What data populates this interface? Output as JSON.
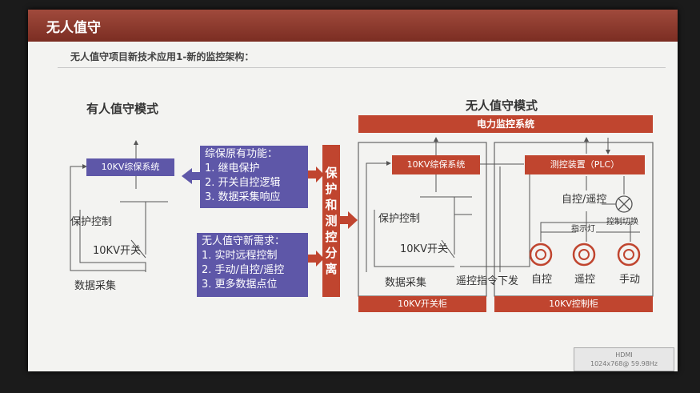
{
  "page": {
    "title": "无人值守",
    "subtitle": "无人值守项目新技术应用1-新的监控架构："
  },
  "left": {
    "heading": "有人值守模式",
    "system_box": "10KV综保系统",
    "protection": "保护控制",
    "switch": "10KV开关",
    "data_collect": "数据采集"
  },
  "center": {
    "original_title": "综保原有功能：",
    "original_items": [
      "1.  继电保护",
      "2.  开关自控逻辑",
      "3.  数据采集响应"
    ],
    "new_title": "无人值守新需求：",
    "new_items": [
      "1.  实时远程控制",
      "2.  手动/自控/遥控",
      "3.  更多数据点位"
    ],
    "separation_text": "保护和测控分离"
  },
  "right": {
    "heading": "无人值守模式",
    "monitor_system": "电力监控系统",
    "system_box": "10KV综保系统",
    "plc_box": "测控装置（PLC）",
    "protection": "保护控制",
    "switch": "10KV开关",
    "data_collect": "数据采集",
    "remote_cmd": "遥控指令下发",
    "auto_remote": "自控/遥控",
    "control_switch": "控制切换",
    "indicator": "指示灯",
    "lamps": [
      "自控",
      "遥控",
      "手动"
    ],
    "switch_cabinet": "10KV开关柜",
    "control_cabinet": "10KV控制柜"
  },
  "badge": {
    "line1": "HDMI",
    "line2": "1024x768@ 59.98Hz"
  },
  "colors": {
    "title_bar": "#8e3a2e",
    "blue_box": "#5e57a8",
    "red_box": "#c0452f",
    "arrow_red": "#c0452f",
    "arrow_blue": "#5e57a8"
  }
}
